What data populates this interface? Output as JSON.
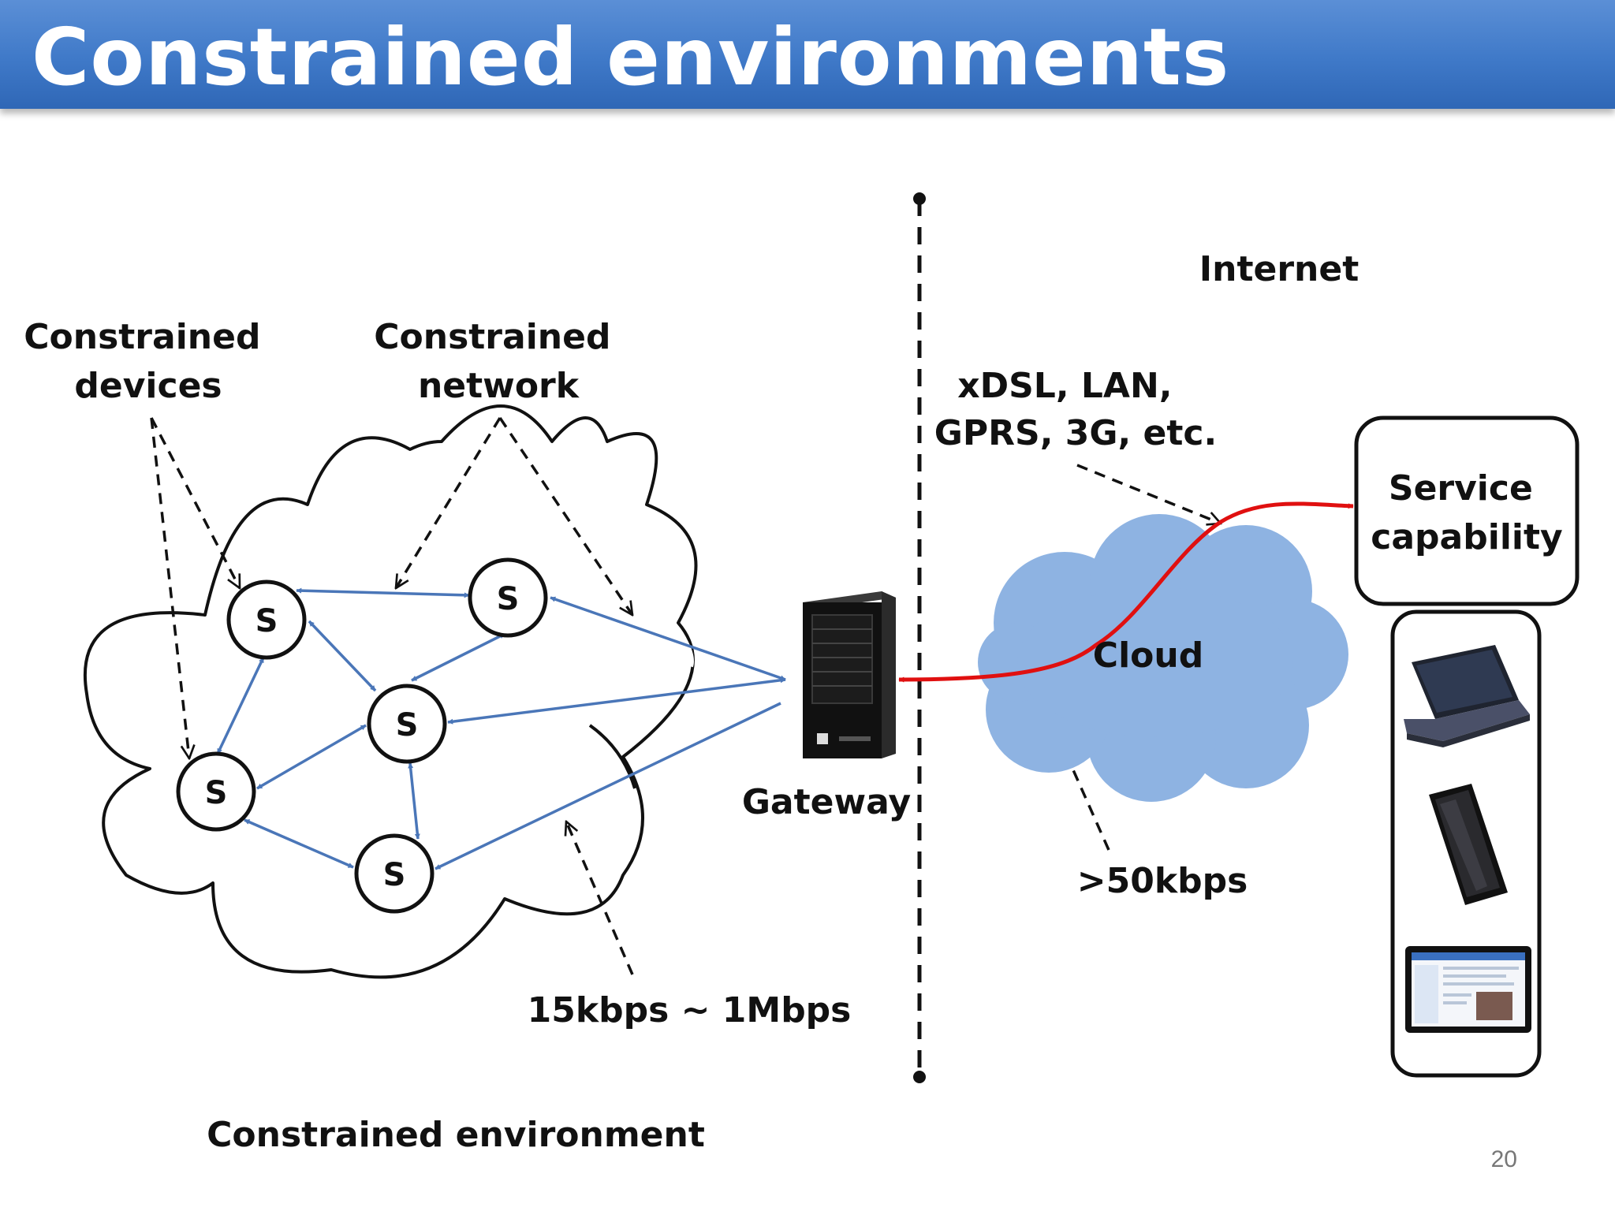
{
  "slide": {
    "title": "Constrained environments",
    "page_number": "20"
  },
  "labels": {
    "constrained_devices": [
      "Constrained",
      "devices"
    ],
    "constrained_network": [
      "Constrained",
      "network"
    ],
    "internet": "Internet",
    "links": [
      "xDSL, LAN,",
      "GPRS, 3G, etc."
    ],
    "gateway": "Gateway",
    "cloud": "Cloud",
    "service_capability": [
      "Service",
      "capability"
    ],
    "rate_internet": ">50kbps",
    "rate_constrained": "15kbps ~ 1Mbps",
    "constrained_environment": "Constrained environment"
  },
  "nodes": [
    {
      "id": "s1",
      "label": "S"
    },
    {
      "id": "s2",
      "label": "S"
    },
    {
      "id": "s3",
      "label": "S"
    },
    {
      "id": "s4",
      "label": "S"
    },
    {
      "id": "s5",
      "label": "S"
    }
  ],
  "colors": {
    "title_bar": "#3f79c8",
    "link_arrow": "#4a76b8",
    "internet_path": "#e01010",
    "cloud_fill": "#8eb3e2"
  },
  "icons": [
    "server-tower-icon",
    "laptop-icon",
    "smartphone-icon",
    "tablet-icon"
  ]
}
